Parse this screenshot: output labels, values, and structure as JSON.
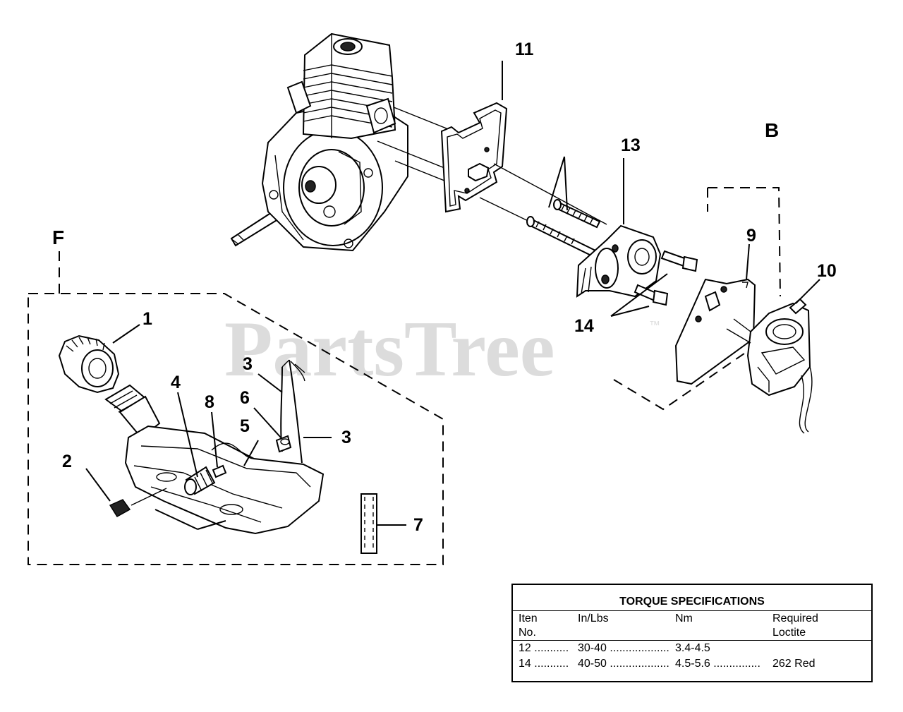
{
  "callouts": {
    "c1": "1",
    "c2": "2",
    "c3a": "3",
    "c3b": "3",
    "c4": "4",
    "c5": "5",
    "c6": "6",
    "c7": "7",
    "c8": "8",
    "c9": "9",
    "c10": "10",
    "c11": "11",
    "c13": "13",
    "c14": "14"
  },
  "section_labels": {
    "f": "F",
    "b": "B"
  },
  "watermark": {
    "text": "PartsTree",
    "tm": "™"
  },
  "torque_table": {
    "title": "TORQUE SPECIFICATIONS",
    "headers": {
      "item_line1": "Iten",
      "item_line2": "No.",
      "inlbs": "In/Lbs",
      "nm": "Nm",
      "loctite_line1": "Required",
      "loctite_line2": "Loctite"
    },
    "rows": [
      {
        "item": "12 ...........",
        "inlbs": "30-40 ...................",
        "nm": "3.4-4.5",
        "loctite": ""
      },
      {
        "item": "14 ...........",
        "inlbs": "40-50 ...................",
        "nm": "4.5-5.6 ...............",
        "loctite": "262 Red"
      }
    ]
  }
}
